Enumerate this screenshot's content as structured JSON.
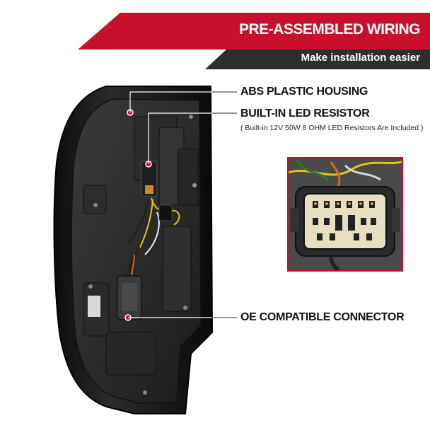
{
  "banner": {
    "title": "PRE-ASSEMBLED WIRING",
    "subtitle": "Make installation easier"
  },
  "callouts": {
    "housing": "ABS PLASTIC HOUSING",
    "resistor": "BUILT-IN LED RESISTOR",
    "resistor_note": "( Built-in 12V 50W 8 OHM LED Resistors Are Included )",
    "connector": "OE COMPATIBLE CONNECTOR"
  },
  "colors": {
    "accent": "#c8102e",
    "dark_bar": "#2e2e2e"
  }
}
